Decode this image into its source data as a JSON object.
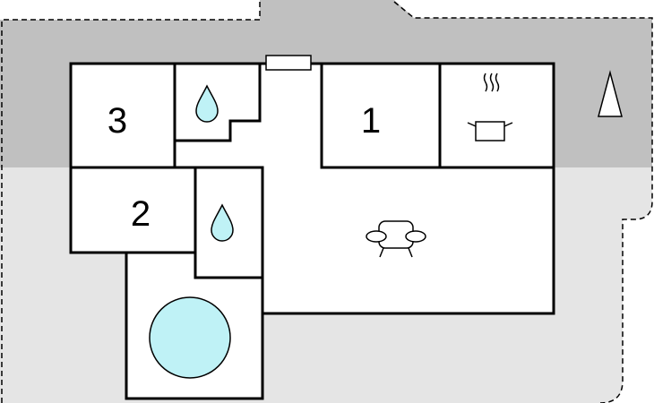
{
  "floorplan": {
    "rooms": [
      {
        "id": "bedroom-3",
        "label": "3"
      },
      {
        "id": "bedroom-2",
        "label": "2"
      },
      {
        "id": "bedroom-1",
        "label": "1"
      }
    ],
    "icons": {
      "bathroom": "water-drop-icon",
      "kitchen": "cooking-pot-icon",
      "living": "sofa-icon",
      "pool": "pool-icon",
      "north": "north-arrow-icon",
      "window": "window-icon"
    },
    "colors": {
      "terrace_dark": "#c0c0c0",
      "terrace_light": "#e5e5e5",
      "walls": "#000000",
      "water": "#bff2f6",
      "background": "#ffffff"
    }
  }
}
